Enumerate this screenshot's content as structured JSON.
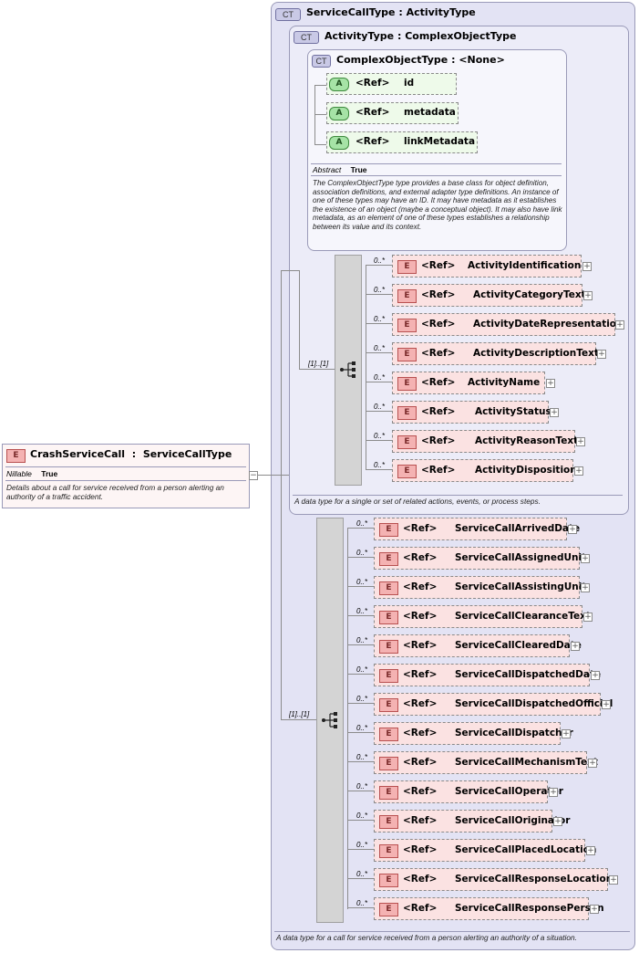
{
  "root": {
    "badge": "E",
    "name": "CrashServiceCall",
    "type": "ServiceCallType",
    "prop_key": "Nillable",
    "prop_value": "True",
    "description": "Details about a call for service received from a person alerting an authority of a traffic accident."
  },
  "collapse_glyph": "−",
  "expand_glyph": "+",
  "ref_label": "<Ref>",
  "outer": {
    "badge": "CT",
    "name": "ServiceCallType",
    "base": "ActivityType",
    "sequence_cardinality": "[1]..[1]",
    "description": "A data type for a call for service received from a person alerting an authority of a situation.",
    "elements": [
      {
        "card": "0..*",
        "name": "ServiceCallArrivedDate"
      },
      {
        "card": "0..*",
        "name": "ServiceCallAssignedUnit"
      },
      {
        "card": "0..*",
        "name": "ServiceCallAssistingUnit"
      },
      {
        "card": "0..*",
        "name": "ServiceCallClearanceText"
      },
      {
        "card": "0..*",
        "name": "ServiceCallClearedDate"
      },
      {
        "card": "0..*",
        "name": "ServiceCallDispatchedDate"
      },
      {
        "card": "0..*",
        "name": "ServiceCallDispatchedOfficial"
      },
      {
        "card": "0..*",
        "name": "ServiceCallDispatcher"
      },
      {
        "card": "0..*",
        "name": "ServiceCallMechanismText"
      },
      {
        "card": "0..*",
        "name": "ServiceCallOperator"
      },
      {
        "card": "0..*",
        "name": "ServiceCallOriginator"
      },
      {
        "card": "0..*",
        "name": "ServiceCallPlacedLocation"
      },
      {
        "card": "0..*",
        "name": "ServiceCallResponseLocation"
      },
      {
        "card": "0..*",
        "name": "ServiceCallResponsePerson"
      }
    ]
  },
  "mid": {
    "badge": "CT",
    "name": "ActivityType",
    "base": "ComplexObjectType",
    "sequence_cardinality": "[1]..[1]",
    "description": "A data type for a single or set of related actions, events, or process steps.",
    "elements": [
      {
        "card": "0..*",
        "name": "ActivityIdentification"
      },
      {
        "card": "0..*",
        "name": "ActivityCategoryText"
      },
      {
        "card": "0..*",
        "name": "ActivityDateRepresentation"
      },
      {
        "card": "0..*",
        "name": "ActivityDescriptionText"
      },
      {
        "card": "0..*",
        "name": "ActivityName"
      },
      {
        "card": "0..*",
        "name": "ActivityStatus"
      },
      {
        "card": "0..*",
        "name": "ActivityReasonText"
      },
      {
        "card": "0..*",
        "name": "ActivityDisposition"
      }
    ]
  },
  "inner": {
    "badge": "CT",
    "name": "ComplexObjectType",
    "base": "<None>",
    "prop_key": "Abstract",
    "prop_value": "True",
    "description": "The ComplexObjectType type provides a base class for object definition, association definitions, and external adapter type definitions. An instance of one of these types may have an ID. It may have metadata as it establishes the existence of an object (maybe a conceptual object). It may also have link metadata, as an element of one of these types establishes a relationship between its value and its context.",
    "attributes": [
      {
        "badge": "A",
        "name": "id"
      },
      {
        "badge": "A",
        "name": "metadata"
      },
      {
        "badge": "A",
        "name": "linkMetadata"
      }
    ],
    "element_badge": "E"
  }
}
